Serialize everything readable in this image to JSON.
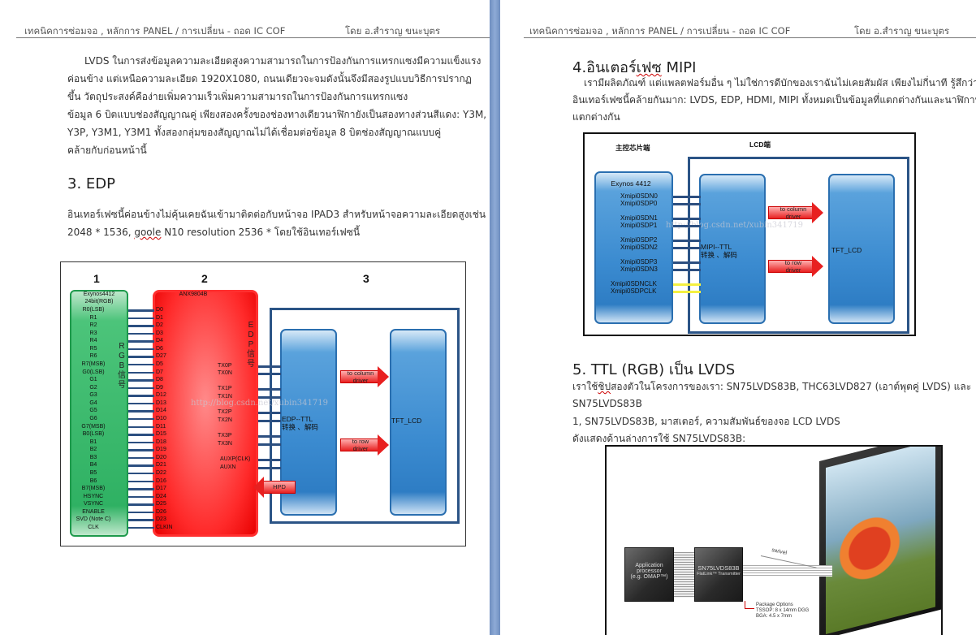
{
  "header": {
    "left": "เทคนิคการซ่อมจอ , หลักการ PANEL / การเปลี่ยน - ถอด IC COF",
    "right": "โดย อ.สำราญ   ขนะบุตร"
  },
  "page1": {
    "intro_lines": [
      "LVDS ในการส่งข้อมูลความละเอียดสูงความสามารถในการป้องกันการแทรกแซงมีความแข็งแรง",
      "ค่อนข้าง แต่เหนือความละเอียด 1920X1080, ถนนเดียวจะจมดังนั้นจึงมีสองรูปแบบวิธีการปรากฏ",
      "ขึ้น วัตถุประสงค์คือง่ายเพิ่มความเร็วเพิ่มความสามารถในการป้องกันการแทรกแซง",
      "ข้อมูล 6 บิตแบบช่องสัญญาณคู่ เพียงสองครั้งของช่องทางเดียวนาฬิกายังเป็นสองทางส่วนสีแดง: Y3M,",
      "Y3P, Y3M1, Y3M1 ทั้งสองกลุ่มของสัญญาณไม่ได้เชื่อมต่อข้อมูล 8 บิตช่องสัญญาณแบบคู่",
      "คล้ายกับก่อนหน้านี้"
    ],
    "edp_heading": "3. EDP",
    "edp_line1": "อินเทอร์เฟซนี้ค่อนข้างไม่คุ้นเคยฉันเข้ามาติดต่อกับหน้าจอ IPAD3 สำหรับหน้าจอความละเอียดสูงเช่น",
    "edp_line2_a": "2048 * 1536, ",
    "edp_line2_sq": "goole",
    "edp_line2_b": " N10 resolution 2536 * โดยใช้อินเทอร์เฟซนี้",
    "edp_diagram": {
      "col_numbers": [
        "1",
        "2",
        "3"
      ],
      "source_chip": "Exynos4412",
      "source_sub": "24bit(RGB)",
      "source_pins": [
        "R0(LSB)",
        "R1",
        "R2",
        "R3",
        "R4",
        "R5",
        "R6",
        "R7(MSB)",
        "G0(LSB)",
        "G1",
        "G2",
        "G3",
        "G4",
        "G5",
        "G6",
        "G7(MSB)",
        "B0(LSB)",
        "B1",
        "B2",
        "B3",
        "B4",
        "B5",
        "B6",
        "B7(MSB)",
        "HSYNC",
        "VSYNC",
        "ENABLE",
        "SVD (Note C)",
        "CLK"
      ],
      "rgb_label": [
        "R",
        "G",
        "B",
        "信",
        "号"
      ],
      "bridge_chip": "ANX9804B",
      "bridge_pins": [
        "D0",
        "D1",
        "D2",
        "D3",
        "D4",
        "D6",
        "D27",
        "D5",
        "D7",
        "D8",
        "D9",
        "D12",
        "D13",
        "D14",
        "D10",
        "D11",
        "D15",
        "D18",
        "D19",
        "D20",
        "D21",
        "D22",
        "D16",
        "D17",
        "D24",
        "D25",
        "D26",
        "D23",
        "CLKIN"
      ],
      "tx_pins": [
        "TX0P",
        "TX0N",
        "TX1P",
        "TX1N",
        "TX2P",
        "TX2N",
        "TX3P",
        "TX3N",
        "AUXP(CLK)",
        "AUXN"
      ],
      "edp_label": [
        "E",
        "D",
        "P",
        "信",
        "号"
      ],
      "decoder": [
        "EDP--TTL",
        "转换 、解码"
      ],
      "arrow_column": [
        "to column",
        "driver"
      ],
      "arrow_row": [
        "to row",
        "driver"
      ],
      "panel": "TFT_LCD",
      "hpd": "HPD",
      "watermark": "http://blog.csdn.net/xubin341719"
    }
  },
  "page2": {
    "mipi_heading_a": "4.อินเตอร์",
    "mipi_heading_sq": "เฟซ",
    "mipi_heading_b": " MIPI",
    "mipi_lines": [
      "เรามีผลิตภัณฑ์ แต่แพลตฟอร์มอื่น ๆ ไม่ใช่การดีบักของเราฉันไม่เคยสัมผัส เพียงไม่กี่นาที รู้สึกว่า",
      "อินเทอร์เฟซนี้คล้ายกันมาก: LVDS, EDP, HDMI, MIPI ทั้งหมดเป็นข้อมูลที่แตกต่างกันและนาฬิกาที่",
      "แตกต่างกัน"
    ],
    "mipi_diagram": {
      "host_label": "主控芯片端",
      "lcd_label": "LCD端",
      "chip": "Exynos 4412",
      "pins": [
        "Xmipi0SDN0",
        "Xmipi0SDP0",
        "Xmipi0SDN1",
        "Xmipi0SDP1",
        "Xmipi0SDP2",
        "Xmipi0SDN2",
        "Xmipi0SDP3",
        "Xmipi0SDN3",
        "Xmipi0SDNCLK",
        "Xmipi0SDPCLK"
      ],
      "decoder": [
        "MIPI--TTL",
        "转换 、解码"
      ],
      "arrow_column": [
        "to column",
        "driver"
      ],
      "arrow_row": [
        "to row",
        "driver"
      ],
      "panel": "TFT_LCD",
      "watermark": "http://blog.csdn.net/xubin341719"
    },
    "ttl_heading": "5. TTL (RGB) เป็น LVDS",
    "ttl_line1_a": "เราใช้",
    "ttl_line1_sq": "ชิป",
    "ttl_line1_b": "สองตัวในโครงการของเรา: SN75LVDS83B, THC63LVD827 (เอาต์พุตคู่ LVDS) และ",
    "ttl_lines": [
      "SN75LVDS83B",
      "1, SN75LVDS83B, มาสเตอร์, ความสัมพันธ์ของจอ LCD LVDS",
      "ดังแสดงด้านล่างการใช้ SN75LVDS83B:"
    ],
    "lvds_figure": {
      "app_processor": [
        "Application",
        "processor",
        "(e.g. OMAP™)"
      ],
      "transmitter": [
        "SN75LVDS83B",
        "FlatLink™ Transmitter"
      ],
      "swivel": "swivel",
      "package": [
        "Package Options",
        "TSSOP:  8 x 14mm DGG",
        "BGA: 4.5 x 7mm"
      ]
    }
  },
  "colors": {
    "divider": "#7d9bc9",
    "green": "#2fb163",
    "red": "#ff2a2a",
    "blue": "#3b8bd0",
    "wire": "#2c4f80"
  }
}
